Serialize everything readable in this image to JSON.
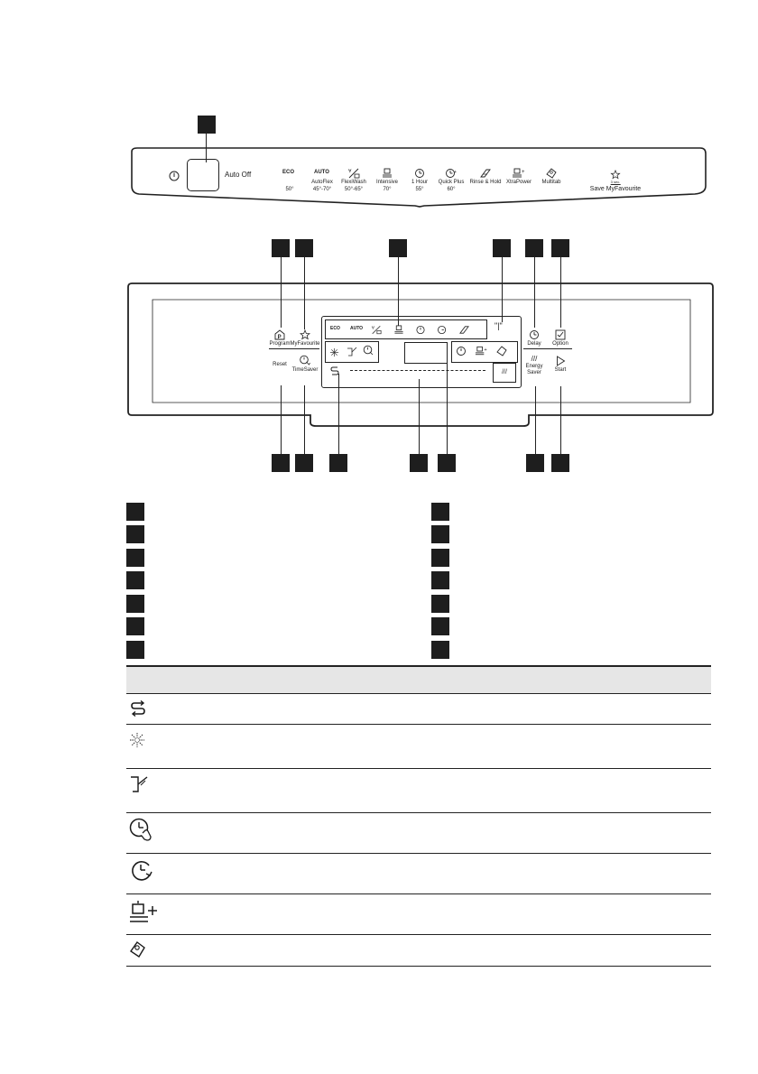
{
  "top_panel": {
    "auto_off": "Auto Off",
    "programs": [
      {
        "name": "ECO",
        "temp": "50°"
      },
      {
        "name": "AutoFlex",
        "temp": "45°-70°"
      },
      {
        "name": "FlexiWash",
        "temp": "50°-65°"
      },
      {
        "name": "Intensive",
        "temp": "70°"
      },
      {
        "name": "1 Hour",
        "temp": "55°"
      },
      {
        "name": "Quick Plus",
        "temp": "60°"
      },
      {
        "name": "Rinse & Hold",
        "temp": ""
      },
      {
        "name": "XtraPower",
        "temp": ""
      },
      {
        "name": "Multitab",
        "temp": ""
      }
    ],
    "favourite_hold": "3 sec.",
    "favourite_label": "Save MyFavourite"
  },
  "control_panel": {
    "program": "Program",
    "my_favourite": "MyFavourite",
    "reset": "Reset",
    "time_saver": "TimeSaver",
    "delay": "Delay",
    "option": "Option",
    "energy_saver": "Energy Saver",
    "start": "Start",
    "display_eco": "ECO",
    "display_auto": "AUTO"
  },
  "icons": {
    "table_rows": [
      "auto-open-icon",
      "rinse-aid-icon",
      "salt-icon",
      "timesaver-icon",
      "delay-icon",
      "xtrapower-icon",
      "multitab-icon"
    ]
  }
}
